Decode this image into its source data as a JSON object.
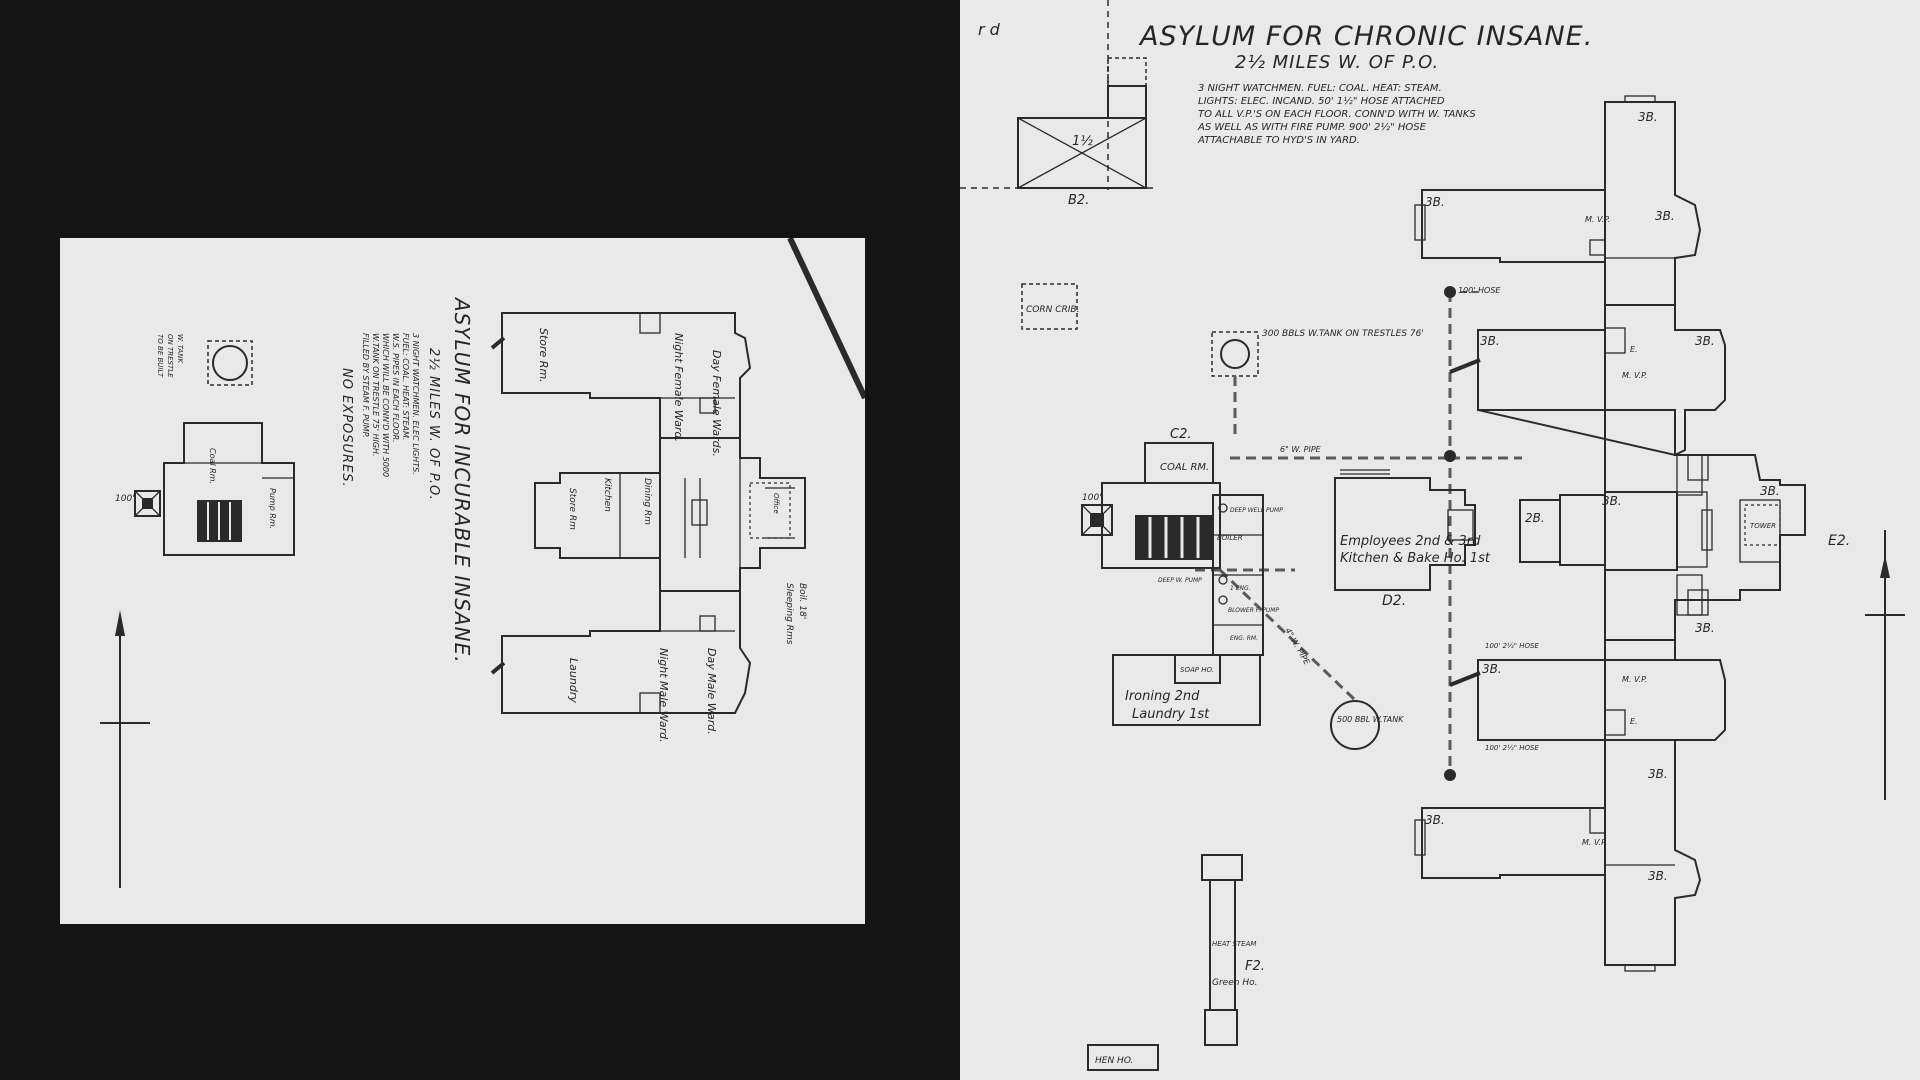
{
  "left_map": {
    "title": "ASYLUM FOR INCURABLE INSANE.",
    "subtitle": "2½ MILES W. OF P.O.",
    "notes": [
      "3 NIGHT WATCHMEN. ELEC LIGHTS.",
      "FUEL: COAL. HEAT: STEAM.",
      "W.S. PIPES IN EACH FLOOR.",
      "WHICH WILL BE CONN'D WITH 5000",
      "W.TANK ON TRESTLE 75' HIGH.",
      "FILLED BY STEAM F. PUMP."
    ],
    "exposure_note": "NO EXPOSURES.",
    "labels": {
      "day_female_wards": "Day Female Wards.",
      "night_female_ward": "Night Female Ward.",
      "store_rm": "Store Rm.",
      "day_male_ward": "Day Male Ward.",
      "night_male_ward": "Night Male Ward.",
      "laundry": "Laundry",
      "dining_rm": "Dining Rm",
      "kitchen": "Kitchen",
      "store_rm_2": "Store Rm",
      "office": "Office",
      "boiler_note": "Boil. 18'",
      "sleeping_rms": "Sleeping Rms",
      "coal_rm": "Coal Rm.",
      "pump_room": "Pump Rm.",
      "stack_height": "100'",
      "tank_note_1": "W. TANK",
      "tank_note_2": "ON TRESTLE",
      "tank_note_3": "TO BE BUILT"
    }
  },
  "right_map": {
    "corner_label": "r d",
    "title": "ASYLUM FOR CHRONIC INSANE.",
    "subtitle": "2½ MILES W. OF P.O.",
    "notes": [
      "3 NIGHT WATCHMEN. FUEL: COAL. HEAT: STEAM.",
      "LIGHTS: ELEC. INCAND. 50' 1½\" HOSE ATTACHED",
      "TO ALL V.P.'S ON EACH FLOOR. CONN'D WITH W. TANKS",
      "AS WELL AS WITH FIRE PUMP. 900' 2½\" HOSE",
      "ATTACHABLE TO HYD'S IN YARD."
    ],
    "labels": {
      "b2": "B2.",
      "one_half": "1½",
      "corn_crib": "CORN CRIB.",
      "tank_300": "300 BBLS W.TANK ON TRESTLES 76'",
      "c2": "C2.",
      "coal_rm": "COAL RM.",
      "stack": "100'",
      "deep_well_pump": "DEEP WELL PUMP",
      "boiler": "BOILER",
      "deep_w_pump": "DEEP W. PUMP",
      "eng": "1 ENG.",
      "blower": "BLOWER F. PUMP",
      "eng_rm": "ENG. RM.",
      "soap_ho": "SOAP HO.",
      "ironing": "Ironing 2nd",
      "laundry": "Laundry 1st",
      "tank_500": "500 BBL W.TANK",
      "pipe_6": "6\" W. PIPE",
      "pipe_4": "4\" W. PIPE",
      "employees": "Employees 2nd & 3rd",
      "kitchen_bake": "Kitchen & Bake Ho. 1st",
      "d2": "D2.",
      "hose_100": "100' HOSE",
      "hose_100_b": "100' 2½\" HOSE",
      "hose_100_c": "100' 2½\" HOSE",
      "mv_vp": "M. V.P.",
      "e_label": "E.",
      "three_b": "3B.",
      "two_b": "2B.",
      "e2": "E2.",
      "tower": "TOWER",
      "f2": "F2.",
      "heat_steam": "HEAT STEAM",
      "green_ho": "Green Ho.",
      "hen_ho": "HEN HO."
    }
  },
  "colors": {
    "background": "#141414",
    "paper": "#e9e9e9",
    "ink": "#2a2a2a"
  }
}
